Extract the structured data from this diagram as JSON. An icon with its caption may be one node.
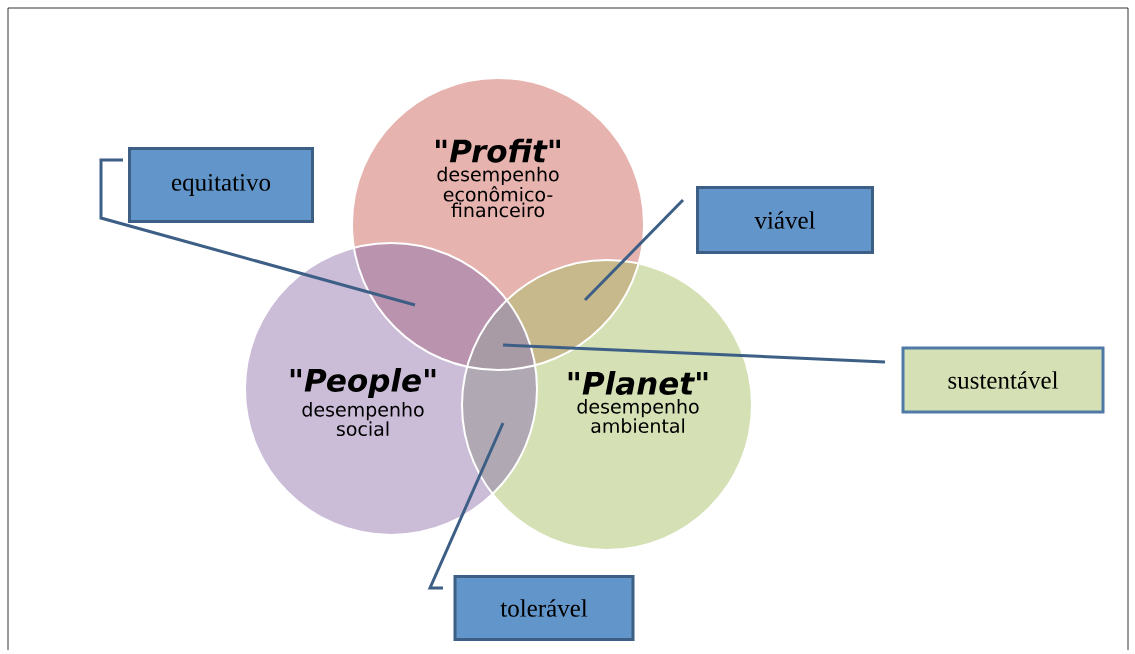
{
  "diagram": {
    "nodes": [
      {
        "text": [
          "\"Profit\"",
          "desempenho econômico-financeiro"
        ]
      },
      {
        "text": [
          "\"People\"",
          "desempenho social"
        ]
      },
      {
        "text": [
          "\"Planet\"",
          "desempenho ambiental"
        ]
      },
      {
        "text": [
          "equitativo"
        ]
      },
      {
        "text": [
          "viável"
        ]
      },
      {
        "text": [
          "sustentável"
        ]
      },
      {
        "text": [
          "tolerável"
        ]
      }
    ],
    "edges": [
      {
        "from": 3,
        "to": null,
        "arrow": "none"
      },
      {
        "from": 4,
        "to": null,
        "arrow": "none"
      },
      {
        "from": 5,
        "to": null,
        "arrow": "none"
      },
      {
        "from": 6,
        "to": null,
        "arrow": "none"
      }
    ]
  }
}
